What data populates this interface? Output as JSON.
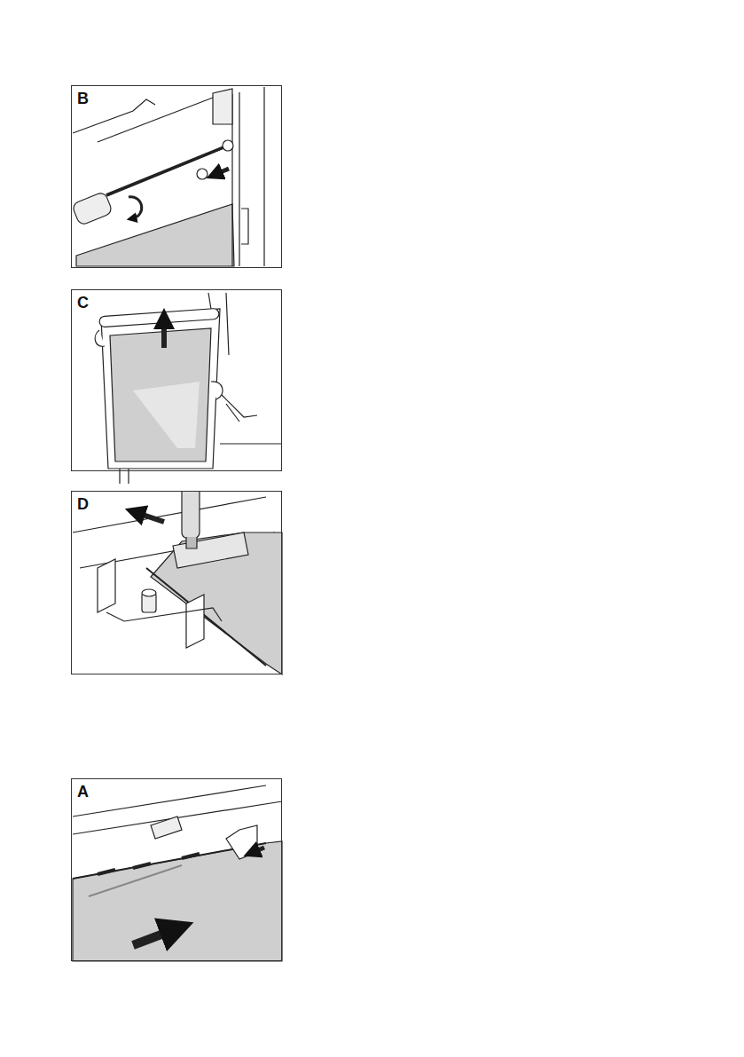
{
  "diagram": {
    "nodes": [
      {
        "text": [
          "B"
        ]
      },
      {
        "text": [
          "C"
        ]
      },
      {
        "text": [
          "D"
        ]
      },
      {
        "text": [
          "A"
        ]
      }
    ]
  }
}
